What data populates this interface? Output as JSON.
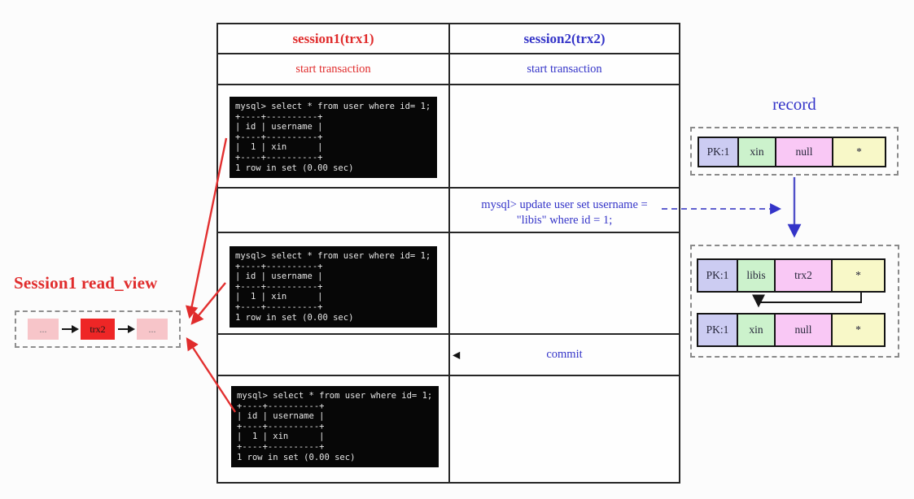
{
  "colors": {
    "session1_red": "#e02c2c",
    "session2_blue": "#3434c8",
    "readview_node_pink": "#f7c5c9",
    "readview_node_red": "#ee2626",
    "record_cell_lavender": "#ccccf2",
    "record_cell_green": "#ccf2cc",
    "record_cell_pink": "#f9c8f5",
    "record_cell_yellow": "#f8f8c8",
    "terminal_bg": "#070707",
    "terminal_fg": "#e6e6e6"
  },
  "table": {
    "header_session1": "session1(trx1)",
    "header_session2": "session2(trx2)",
    "start_session1": "start transaction",
    "start_session2": "start transaction",
    "update_line1": "mysql> update user set username =",
    "update_line2": "\"libis\" where id = 1;",
    "commit_label": "commit",
    "commit_arrow_icon": "◀"
  },
  "terminal": {
    "output": "mysql> select * from user where id= 1;\n+----+----------+\n| id | username |\n+----+----------+\n|  1 | xin      |\n+----+----------+\n1 row in set (0.00 sec)"
  },
  "read_view": {
    "title": "Session1 read_view",
    "nodes": [
      "...",
      "trx2",
      "..."
    ]
  },
  "record": {
    "title": "record",
    "current_row": [
      "PK:1",
      "xin",
      "null",
      "*"
    ],
    "new_version_row": [
      "PK:1",
      "libis",
      "trx2",
      "*"
    ],
    "old_version_row": [
      "PK:1",
      "xin",
      "null",
      "*"
    ]
  }
}
